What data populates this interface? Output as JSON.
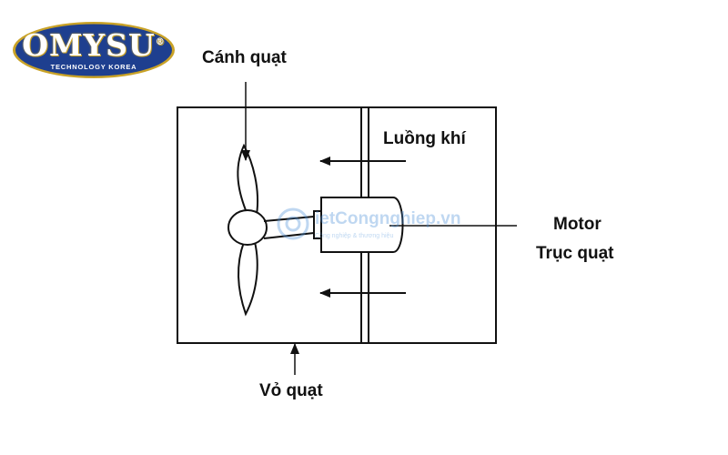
{
  "logo": {
    "brand": "OMYSU",
    "registered_mark": "®",
    "tagline": "TECHNOLOGY KOREA"
  },
  "labels": {
    "fan_blade": "Cánh quạt",
    "airflow": "Luồng khí",
    "motor": "Motor",
    "fan_shaft": "Trục quạt",
    "fan_casing": "Vỏ quạt"
  },
  "watermark": {
    "text": "ietCongnghiep.vn",
    "subtext": "Công nghiệp & thương hiệu"
  },
  "colors": {
    "line": "#111111",
    "logo_blue": "#1e3f8f",
    "logo_gold": "#c9a227"
  }
}
